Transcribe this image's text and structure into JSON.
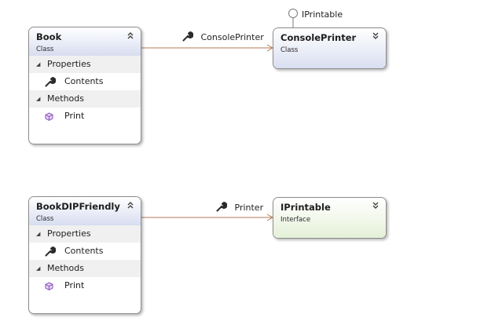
{
  "colors": {
    "line": "#b07a57",
    "border": "#8c8c8c",
    "class_header": "#d7ddf0",
    "interface_header": "#e3efd6",
    "method_icon": "#8d4fbf"
  },
  "shapes": {
    "book": {
      "name": "Book",
      "stereotype": "Class",
      "toggle_icon": "collapse-chevrons-up",
      "compartments": {
        "properties": {
          "title": "Properties",
          "members": [
            {
              "icon": "wrench-icon",
              "label": "Contents"
            }
          ]
        },
        "methods": {
          "title": "Methods",
          "members": [
            {
              "icon": "method-cube-icon",
              "label": "Print"
            }
          ]
        }
      }
    },
    "console_printer": {
      "name": "ConsolePrinter",
      "stereotype": "Class",
      "toggle_icon": "expand-chevrons-down"
    },
    "book_dip": {
      "name": "BookDIPFriendly",
      "stereotype": "Class",
      "toggle_icon": "collapse-chevrons-up",
      "compartments": {
        "properties": {
          "title": "Properties",
          "members": [
            {
              "icon": "wrench-icon",
              "label": "Contents"
            }
          ]
        },
        "methods": {
          "title": "Methods",
          "members": [
            {
              "icon": "method-cube-icon",
              "label": "Print"
            }
          ]
        }
      }
    },
    "iprintable": {
      "name": "IPrintable",
      "stereotype": "Interface",
      "toggle_icon": "expand-chevrons-down"
    }
  },
  "associations": {
    "book_to_console": {
      "label": "ConsolePrinter",
      "icon": "wrench-icon"
    },
    "dip_to_iprintable": {
      "label": "Printer",
      "icon": "wrench-icon"
    }
  },
  "lollipop": {
    "label": "IPrintable"
  }
}
